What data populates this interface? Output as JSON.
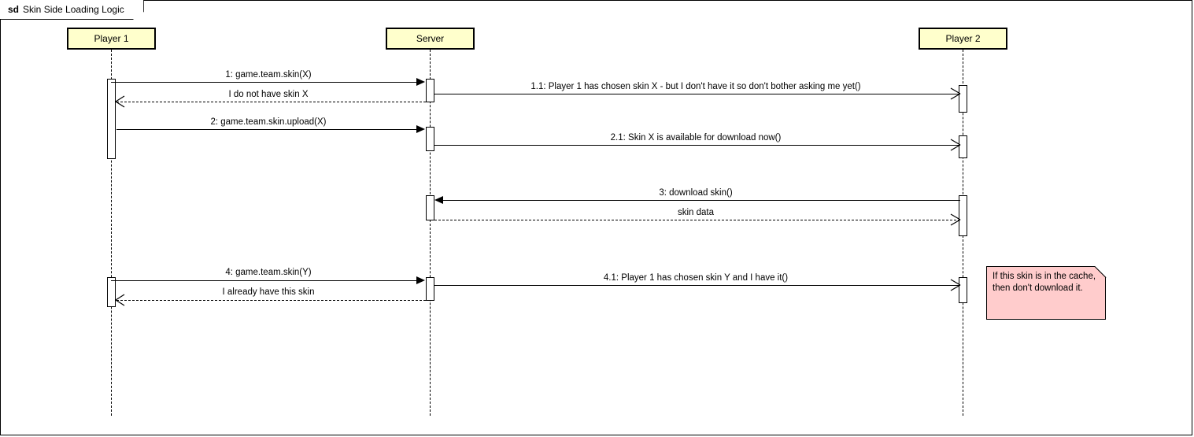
{
  "frame": {
    "kind": "sd",
    "title": "Skin Side Loading Logic"
  },
  "colors": {
    "lifeline_head_fill": "#FFFFCC",
    "note_fill": "#FFCCCC",
    "line": "#000000",
    "background": "#FFFFFF"
  },
  "lifelines": [
    {
      "id": "player1",
      "label": "Player 1"
    },
    {
      "id": "server",
      "label": "Server"
    },
    {
      "id": "player2",
      "label": "Player 2"
    }
  ],
  "messages": [
    {
      "id": "m1",
      "label": "1: game.team.skin(X)",
      "from": "player1",
      "to": "server",
      "style": "solid",
      "arrow": "filled",
      "direction": "right"
    },
    {
      "id": "m1r",
      "label": "I do not have skin X",
      "from": "server",
      "to": "player1",
      "style": "dashed",
      "arrow": "open",
      "direction": "left"
    },
    {
      "id": "m1_1",
      "label": "1.1: Player 1 has chosen skin X - but I don't have it so don't bother asking me yet()",
      "from": "server",
      "to": "player2",
      "style": "solid",
      "arrow": "open",
      "direction": "right"
    },
    {
      "id": "m2",
      "label": "2: game.team.skin.upload(X)",
      "from": "player1",
      "to": "server",
      "style": "solid",
      "arrow": "filled",
      "direction": "right"
    },
    {
      "id": "m2_1",
      "label": "2.1: Skin X is available for download now()",
      "from": "server",
      "to": "player2",
      "style": "solid",
      "arrow": "open",
      "direction": "right"
    },
    {
      "id": "m3",
      "label": "3: download skin()",
      "from": "player2",
      "to": "server",
      "style": "solid",
      "arrow": "filled",
      "direction": "left"
    },
    {
      "id": "m3r",
      "label": "skin data",
      "from": "server",
      "to": "player2",
      "style": "dashed",
      "arrow": "open",
      "direction": "right"
    },
    {
      "id": "m4",
      "label": "4: game.team.skin(Y)",
      "from": "player1",
      "to": "server",
      "style": "solid",
      "arrow": "filled",
      "direction": "right"
    },
    {
      "id": "m4r",
      "label": "I already have this skin",
      "from": "server",
      "to": "player1",
      "style": "dashed",
      "arrow": "open",
      "direction": "left"
    },
    {
      "id": "m4_1",
      "label": "4.1: Player 1 has chosen skin Y and I have it()",
      "from": "server",
      "to": "player2",
      "style": "solid",
      "arrow": "open",
      "direction": "right"
    }
  ],
  "note": {
    "text": "If this skin is in the cache, then don't download it."
  }
}
